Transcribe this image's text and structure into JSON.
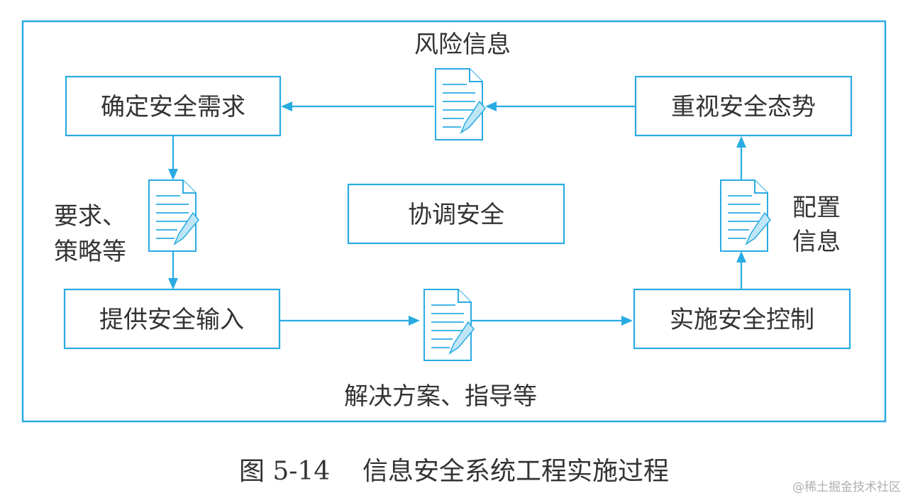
{
  "nodes": {
    "determine": "确定安全需求",
    "emphasize": "重视安全态势",
    "coordinate": "协调安全",
    "provide": "提供安全输入",
    "implement": "实施安全控制"
  },
  "edge_labels": {
    "risk_info": "风险信息",
    "requirements_1": "要求、",
    "requirements_2": "策略等",
    "config_1": "配置",
    "config_2": "信息",
    "solutions": "解决方案、指导等"
  },
  "caption": "图 5-14    信息安全系统工程实施过程",
  "watermark": "@稀土掘金技术社区",
  "colors": {
    "accent": "#29abe2",
    "text": "#333333"
  },
  "icons": [
    "document-icon"
  ]
}
